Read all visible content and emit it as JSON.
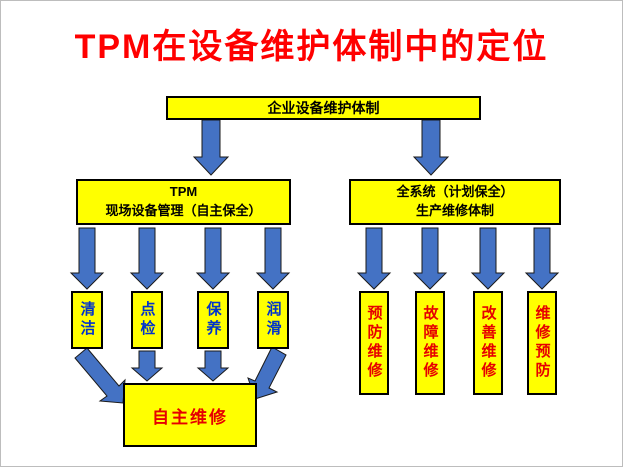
{
  "title": "TPM在设备维护体制中的定位",
  "diagram": {
    "root": "企业设备维护体制",
    "left_branch": {
      "line1": "TPM",
      "line2": "现场设备管理（自主保全）"
    },
    "right_branch": {
      "line1": "全系统（计划保全）",
      "line2": "生产维修体制"
    },
    "left_leaves": [
      "清洁",
      "点检",
      "保养",
      "润滑"
    ],
    "right_leaves": [
      "预防维修",
      "故障维修",
      "改善维修",
      "维修预防"
    ],
    "bottom": "自主维修"
  },
  "colors": {
    "title": "#FF0000",
    "box_fill": "#FFFF00",
    "box_border": "#000000",
    "arrow_fill": "#4472C4",
    "arrow_border": "#1a1a1a",
    "left_leaf_text": "#0033CC",
    "right_leaf_text": "#E60000",
    "bottom_box_text": "#E60000"
  }
}
